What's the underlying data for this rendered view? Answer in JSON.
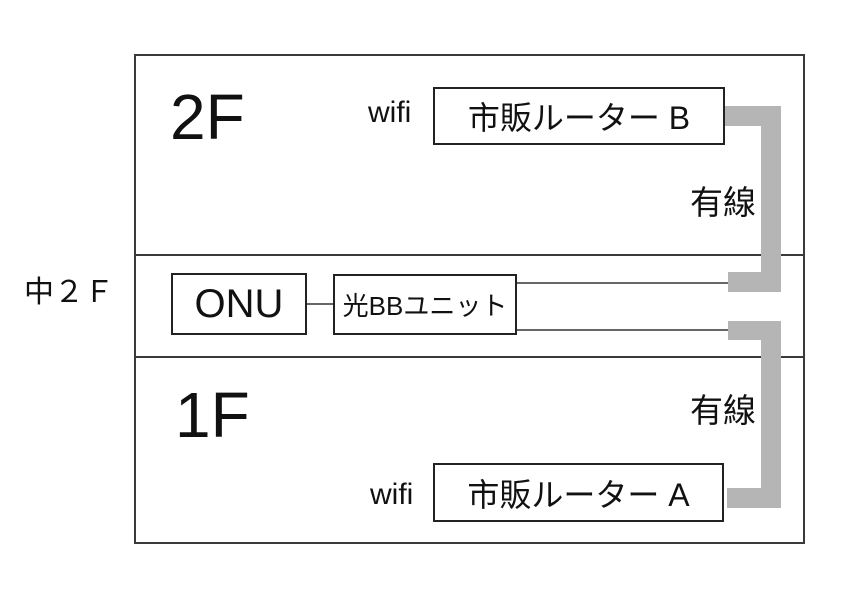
{
  "floors": {
    "f2_label": "2F",
    "mid_label": "中２Ｆ",
    "f1_label": "1F"
  },
  "devices": {
    "router_b": "市販ルーター B",
    "router_a": "市販ルーター A",
    "onu": "ONU",
    "bb_unit": "光BBユニット"
  },
  "labels": {
    "wifi_top": "wifi",
    "wifi_bottom": "wifi",
    "wired_top": "有線",
    "wired_bottom": "有線"
  },
  "colors": {
    "cable": "#b5b5b5",
    "outer_border": "#3a3a3a",
    "box_border": "#222222",
    "text": "#111111",
    "background": "#ffffff",
    "connector_line": "#666666"
  }
}
